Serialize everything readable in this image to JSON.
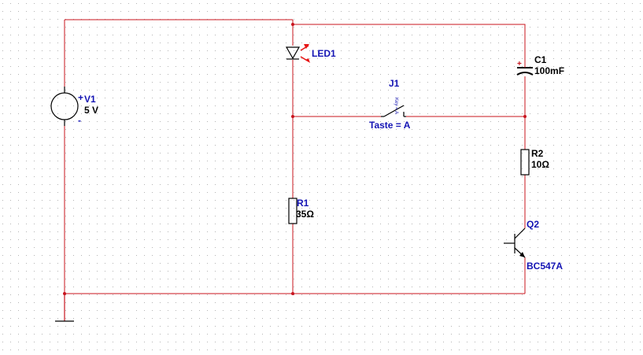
{
  "colors": {
    "wire": "#c8141e",
    "component": "#000000",
    "label_blue": "#1414b4",
    "label_dark": "#000000",
    "grid_dot": "#b4b4b4",
    "led_arrow": "#e61414",
    "background": "#ffffff"
  },
  "components": {
    "v1": {
      "name": "V1",
      "value": "5 V",
      "plus": "+",
      "minus": "-"
    },
    "led1": {
      "name": "LED1"
    },
    "c1": {
      "name": "C1",
      "value": "100mF",
      "plus": "+"
    },
    "j1": {
      "name": "J1",
      "key": "Taste = A",
      "key_hint": "Key = A"
    },
    "r1": {
      "name": "R1",
      "value": "35Ω"
    },
    "r2": {
      "name": "R2",
      "value": "10Ω"
    },
    "q2": {
      "name": "Q2",
      "value": "BC547A"
    }
  }
}
